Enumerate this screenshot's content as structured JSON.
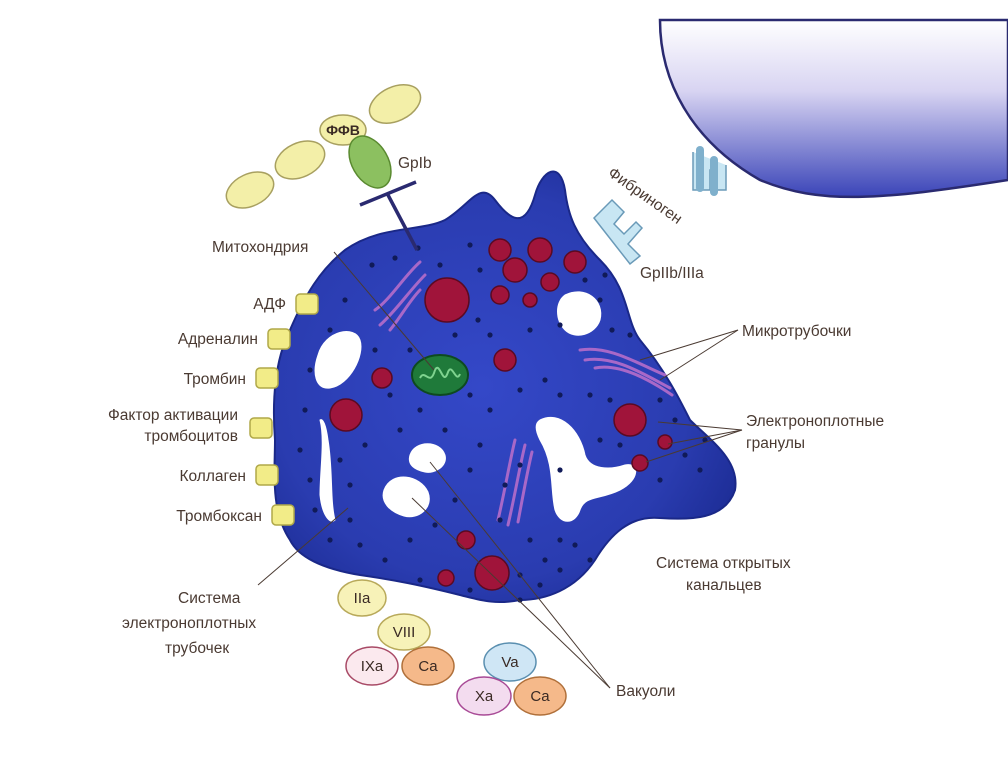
{
  "labels": {
    "vwf": "ФФВ",
    "gpib": "GpIb",
    "fibrinogen": "Фибриноген",
    "gpiib_iiia": "GpIIb/IIIa",
    "mitochondria": "Митохондрия",
    "microtubules": "Микротрубочки",
    "dense_granules_1": "Электроноплотные",
    "dense_granules_2": "гранулы",
    "open_canal_1": "Система открытых",
    "open_canal_2": "канальцев",
    "vacuoles": "Вакуоли",
    "dense_tubular_1": "Система",
    "dense_tubular_2": "электроноплотных",
    "dense_tubular_3": "трубочек"
  },
  "receptors": [
    {
      "label": "АДФ"
    },
    {
      "label": "Адреналин"
    },
    {
      "label": "Тромбин"
    },
    {
      "label": "Фактор активации",
      "label2": "тромбоцитов"
    },
    {
      "label": "Коллаген"
    },
    {
      "label": "Тромбоксан"
    }
  ],
  "factors": [
    {
      "label": "IIa",
      "fill": "#f7f2b8",
      "stroke": "#b8a95a"
    },
    {
      "label": "VIII",
      "fill": "#f7f2b8",
      "stroke": "#b8a95a"
    },
    {
      "label": "IXa",
      "fill": "#fbe9ee",
      "stroke": "#a84a66"
    },
    {
      "label": "Ca",
      "fill": "#f5b98a",
      "stroke": "#b0703a"
    },
    {
      "label": "Va",
      "fill": "#cfe6f5",
      "stroke": "#5a8fb0"
    },
    {
      "label": "Xa",
      "fill": "#f3dcef",
      "stroke": "#a84a96"
    },
    {
      "label": "Ca",
      "fill": "#f5b98a",
      "stroke": "#b0703a"
    }
  ],
  "colors": {
    "platelet": "#2a3cb0",
    "platelet_edge": "#1a2888",
    "granule": "#a0143a",
    "mitochondrion": "#1f7a3a",
    "receptor_yellow": "#f2ec88",
    "vwf_yellow": "#f3efa8",
    "gpib_green": "#8cc060",
    "fibrinogen_blue": "#c8e6f3",
    "microtubule": "#a868c8"
  }
}
